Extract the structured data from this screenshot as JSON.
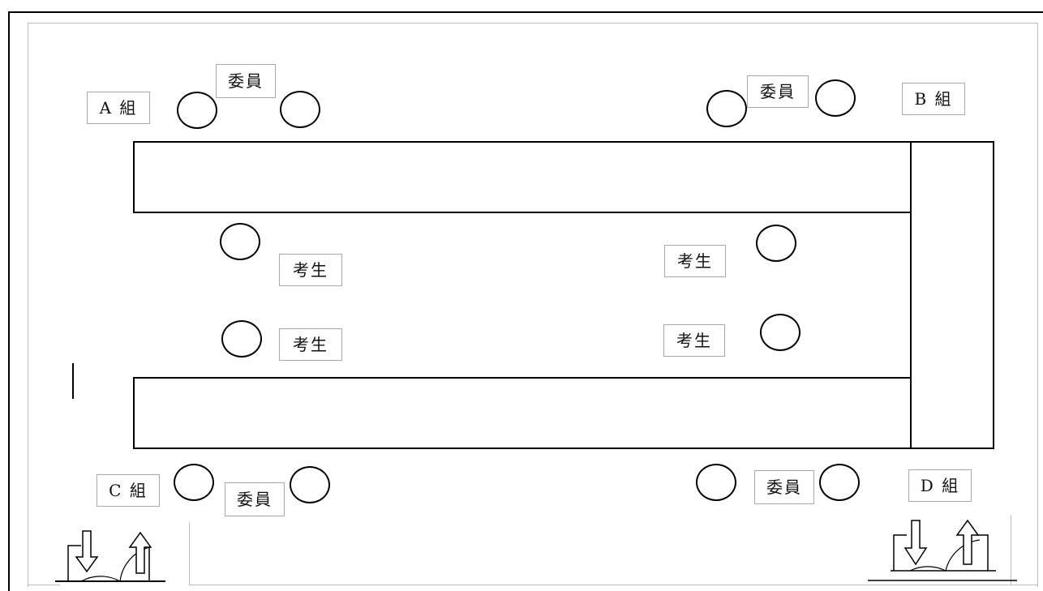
{
  "groups": {
    "a": "A 組",
    "b": "B 組",
    "c": "C 組",
    "d": "D 組"
  },
  "committee": {
    "a": "委員",
    "b": "委員",
    "c": "委員",
    "d": "委員"
  },
  "examinees": {
    "top_left": "考生",
    "top_right": "考生",
    "bottom_left": "考生",
    "bottom_right": "考生"
  },
  "icons": {
    "entrance_exit_left": "door-arrows-icon",
    "entrance_exit_right": "door-arrows-icon"
  },
  "colors": {
    "line": "#000000",
    "label_border": "#a9a9a9",
    "frame_gray": "#bdbdbd"
  }
}
